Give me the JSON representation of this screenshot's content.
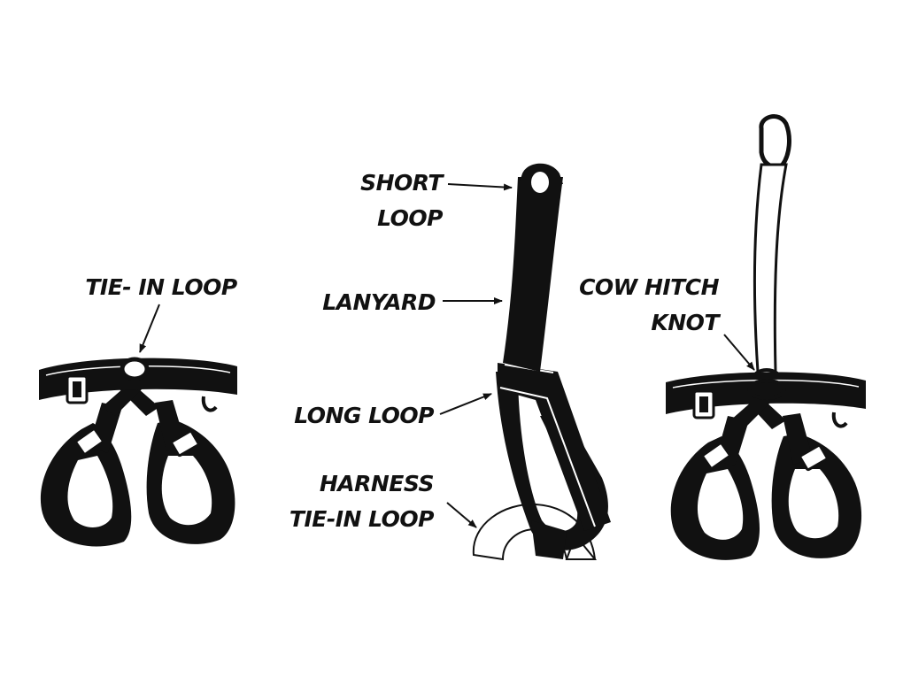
{
  "labels": {
    "tie_in_loop": "TIE- IN LOOP",
    "short_loop_1": "SHORT",
    "short_loop_2": "LOOP",
    "lanyard": "LANYARD",
    "long_loop": "LONG LOOP",
    "harness_tie_in_1": "HARNESS",
    "harness_tie_in_2": "TIE-IN LOOP",
    "cow_hitch_1": "COW HITCH",
    "cow_hitch_2": "KNOT"
  },
  "colors": {
    "ink": "#111111",
    "paper": "#ffffff"
  }
}
